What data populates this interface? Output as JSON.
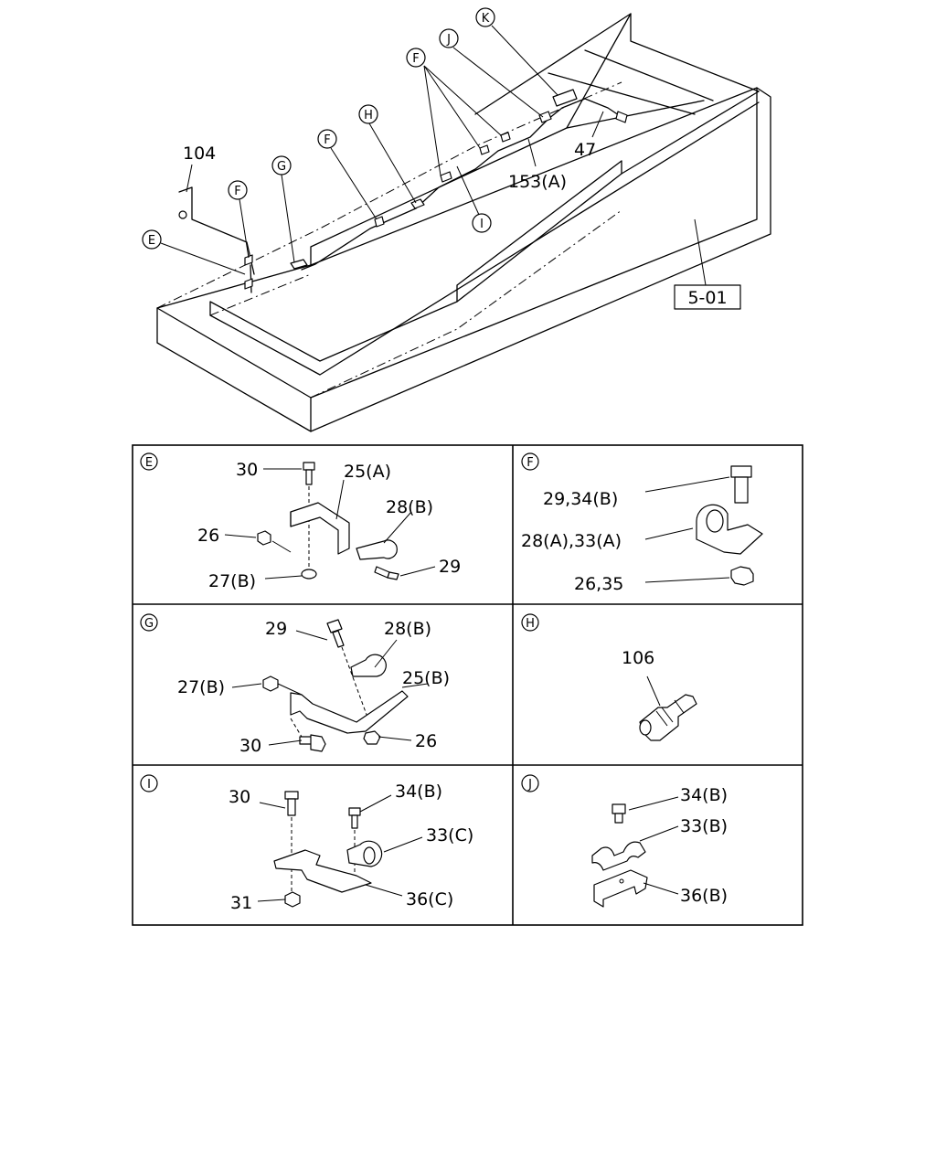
{
  "overview": {
    "labels": {
      "p104": "104",
      "p47": "47",
      "p153a": "153(A)",
      "ref": "5-01"
    },
    "callouts": {
      "e": "E",
      "f1": "F",
      "g": "G",
      "f2": "F",
      "h": "H",
      "f3": "F",
      "j": "J",
      "k": "K",
      "i": "I"
    }
  },
  "panels": {
    "e": {
      "key": "E",
      "labels": {
        "p30": "30",
        "p25a": "25(A)",
        "p26": "26",
        "p28b": "28(B)",
        "p27b": "27(B)",
        "p29": "29"
      }
    },
    "f": {
      "key": "F",
      "labels": {
        "bolt": "29,34(B)",
        "clamp": "28(A),33(A)",
        "nut": "26,35"
      }
    },
    "g": {
      "key": "G",
      "labels": {
        "p29": "29",
        "p28b": "28(B)",
        "p27b": "27(B)",
        "p25b": "25(B)",
        "p30": "30",
        "p26": "26"
      }
    },
    "h": {
      "key": "H",
      "labels": {
        "p106": "106"
      }
    },
    "i": {
      "key": "I",
      "labels": {
        "p30": "30",
        "p34b": "34(B)",
        "p33c": "33(C)",
        "p31": "31",
        "p36c": "36(C)"
      }
    },
    "j": {
      "key": "J",
      "labels": {
        "p34b": "34(B)",
        "p33b": "33(B)",
        "p36b": "36(B)"
      }
    }
  }
}
